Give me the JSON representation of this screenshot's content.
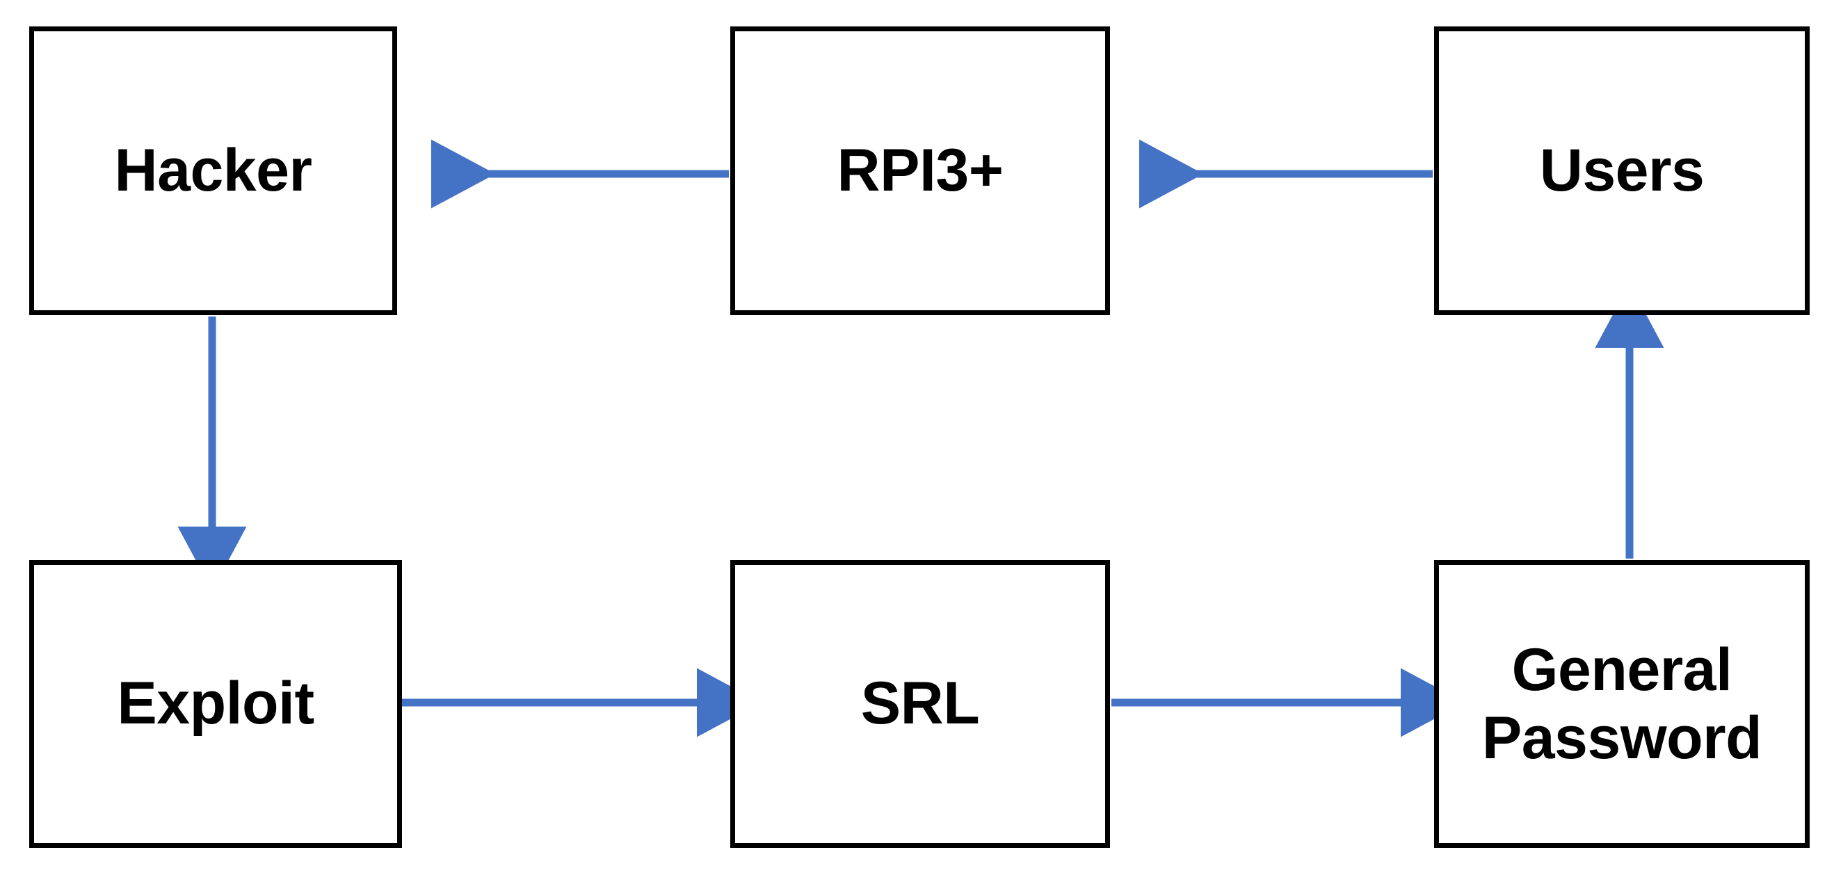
{
  "diagram": {
    "title": "Hacker exploit chain flow diagram",
    "background_color": "#FFFFFF",
    "node_border_color": "#000000",
    "node_fill_color": "#FFFFFF",
    "arrow_color": "#4472C4",
    "text_color": "#000000",
    "nodes": [
      {
        "id": "hacker",
        "label": "Hacker"
      },
      {
        "id": "rpi3",
        "label": "RPI3+"
      },
      {
        "id": "users",
        "label": "Users"
      },
      {
        "id": "exploit",
        "label": "Exploit"
      },
      {
        "id": "srl",
        "label": "SRL"
      },
      {
        "id": "genpass",
        "label": "General\nPassword"
      }
    ],
    "edges": [
      {
        "id": "users-to-rpi3",
        "from": "Users",
        "to": "RPI3+",
        "direction": "left",
        "label": ""
      },
      {
        "id": "rpi3-to-hacker",
        "from": "RPI3+",
        "to": "Hacker",
        "direction": "left",
        "label": ""
      },
      {
        "id": "hacker-to-exploit",
        "from": "Hacker",
        "to": "Exploit",
        "direction": "down",
        "label": ""
      },
      {
        "id": "exploit-to-srl",
        "from": "Exploit",
        "to": "SRL",
        "direction": "right",
        "label": ""
      },
      {
        "id": "srl-to-genpass",
        "from": "SRL",
        "to": "General Password",
        "direction": "right",
        "label": ""
      },
      {
        "id": "genpass-to-users",
        "from": "General Password",
        "to": "Users",
        "direction": "up",
        "label": ""
      }
    ]
  }
}
